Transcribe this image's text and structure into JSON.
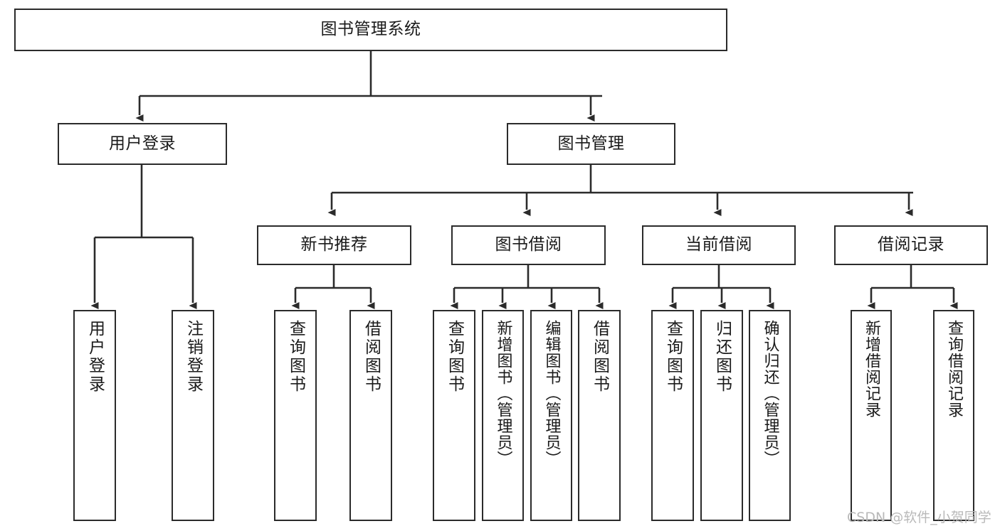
{
  "diagram": {
    "title": "图书管理系统",
    "type": "tree-hierarchy",
    "watermark": "CSDN @软件_小贺同学",
    "colors": {
      "box_border": "#2b2b2b",
      "box_fill": "#ffffff",
      "connector": "#2b2b2b",
      "text": "#1a1a1a",
      "watermark": "#b9b9b9",
      "background": "#ffffff"
    },
    "root": {
      "label": "图书管理系统"
    },
    "level2": [
      {
        "label": "用户登录"
      },
      {
        "label": "图书管理"
      }
    ],
    "level3": [
      {
        "label": "新书推荐"
      },
      {
        "label": "图书借阅"
      },
      {
        "label": "当前借阅"
      },
      {
        "label": "借阅记录"
      }
    ],
    "leaves": {
      "user_login": [
        {
          "label": "用户登录"
        },
        {
          "label": "注销登录"
        }
      ],
      "new_book_recommend": [
        {
          "label": "查询图书"
        },
        {
          "label": "借阅图书"
        }
      ],
      "book_borrow": [
        {
          "label": "查询图书"
        },
        {
          "label": "新增图书（管理员）"
        },
        {
          "label": "编辑图书（管理员）"
        },
        {
          "label": "借阅图书"
        }
      ],
      "current_borrow": [
        {
          "label": "查询图书"
        },
        {
          "label": "归还图书"
        },
        {
          "label": "确认归还（管理员）"
        }
      ],
      "borrow_record": [
        {
          "label": "新增借阅记录"
        },
        {
          "label": "查询借阅记录"
        }
      ]
    }
  }
}
